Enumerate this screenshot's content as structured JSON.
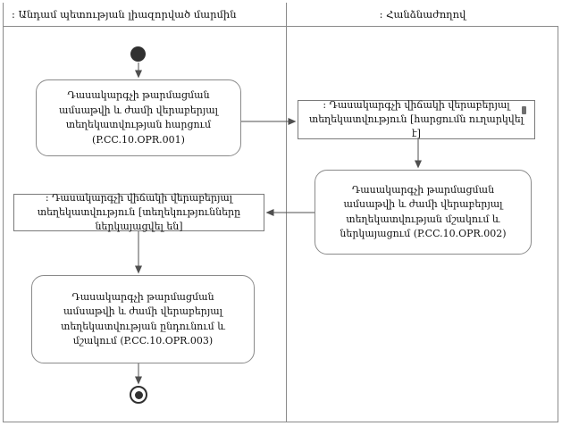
{
  "diagram": {
    "type": "uml-activity-swimlane",
    "lanes": [
      {
        "title": ": Անդամ պետության լիազորված մարմին"
      },
      {
        "title": ": Հանձնաժողով"
      }
    ],
    "nodes": {
      "start": {
        "kind": "initial-node"
      },
      "action1": {
        "kind": "action",
        "lane": 0,
        "label": "Դասակարգչի թարմացման ամսաթվի և ժամի վերաբերյալ տեղեկատվության հարցում (P.CC.10.OPR.001)"
      },
      "object1": {
        "kind": "object",
        "lane": 1,
        "label": ": Դասակարգչի վիճակի վերաբերյալ տեղեկատվություն [հարցումն ուղարկվել է]"
      },
      "action2": {
        "kind": "action",
        "lane": 1,
        "label": "Դասակարգչի թարմացման ամսաթվի և ժամի վերաբերյալ տեղեկատվության մշակում և ներկայացում (P.CC.10.OPR.002)"
      },
      "object2": {
        "kind": "object",
        "lane": 0,
        "label": ": Դասակարգչի վիճակի վերաբերյալ տեղեկատվություն [տեղեկությունները ներկայացվել են]"
      },
      "action3": {
        "kind": "action",
        "lane": 0,
        "label": "Դասակարգչի թարմացման ամսաթվի և ժամի վերաբերյալ տեղեկատվության ընդունում և մշակում (P.CC.10.OPR.003)"
      },
      "end": {
        "kind": "final-node"
      }
    },
    "edges": [
      {
        "from": "start",
        "to": "action1"
      },
      {
        "from": "action1",
        "to": "object1"
      },
      {
        "from": "object1",
        "to": "action2"
      },
      {
        "from": "action2",
        "to": "object2"
      },
      {
        "from": "object2",
        "to": "action3"
      },
      {
        "from": "action3",
        "to": "end"
      }
    ],
    "colors": {
      "border": "#8a8a8a",
      "connector": "#4f4f4f",
      "text": "#111111",
      "node_fill": "#ffffff",
      "terminal": "#303030",
      "background": "#ffffff"
    }
  }
}
